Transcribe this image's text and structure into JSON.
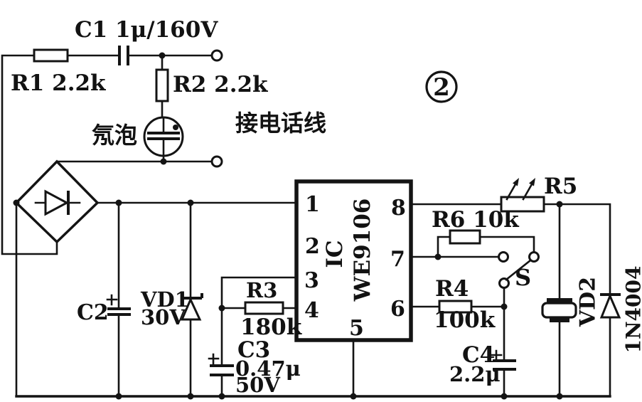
{
  "figure": {
    "badge": "2"
  },
  "notes": {
    "phone_line": "接电话线",
    "neon_bulb": "氖泡"
  },
  "components": {
    "r1": "R1 2.2k",
    "c1": "C1 1μ/160V",
    "r2": "R2 2.2k",
    "c2": "C2",
    "vd1_name": "VD1",
    "vd1_value": "30V",
    "r3_name": "R3",
    "r3_value": "180k",
    "c3_name": "C3",
    "c3_value": "0.47μ",
    "c3_voltage": "50V",
    "ic_label": "IC",
    "ic_model": "WE9106",
    "ic_pins": [
      "1",
      "2",
      "3",
      "4",
      "5",
      "6",
      "7",
      "8"
    ],
    "r6": "R6 10k",
    "r5": "R5",
    "switch": "S",
    "r4_name": "R4",
    "r4_value": "100k",
    "c4_name": "C4",
    "c4_value": "2.2μ",
    "vd2_name": "VD2",
    "vd2_model": "1N4004"
  },
  "colors": {
    "ink": "#141414",
    "background": "#ffffff"
  }
}
